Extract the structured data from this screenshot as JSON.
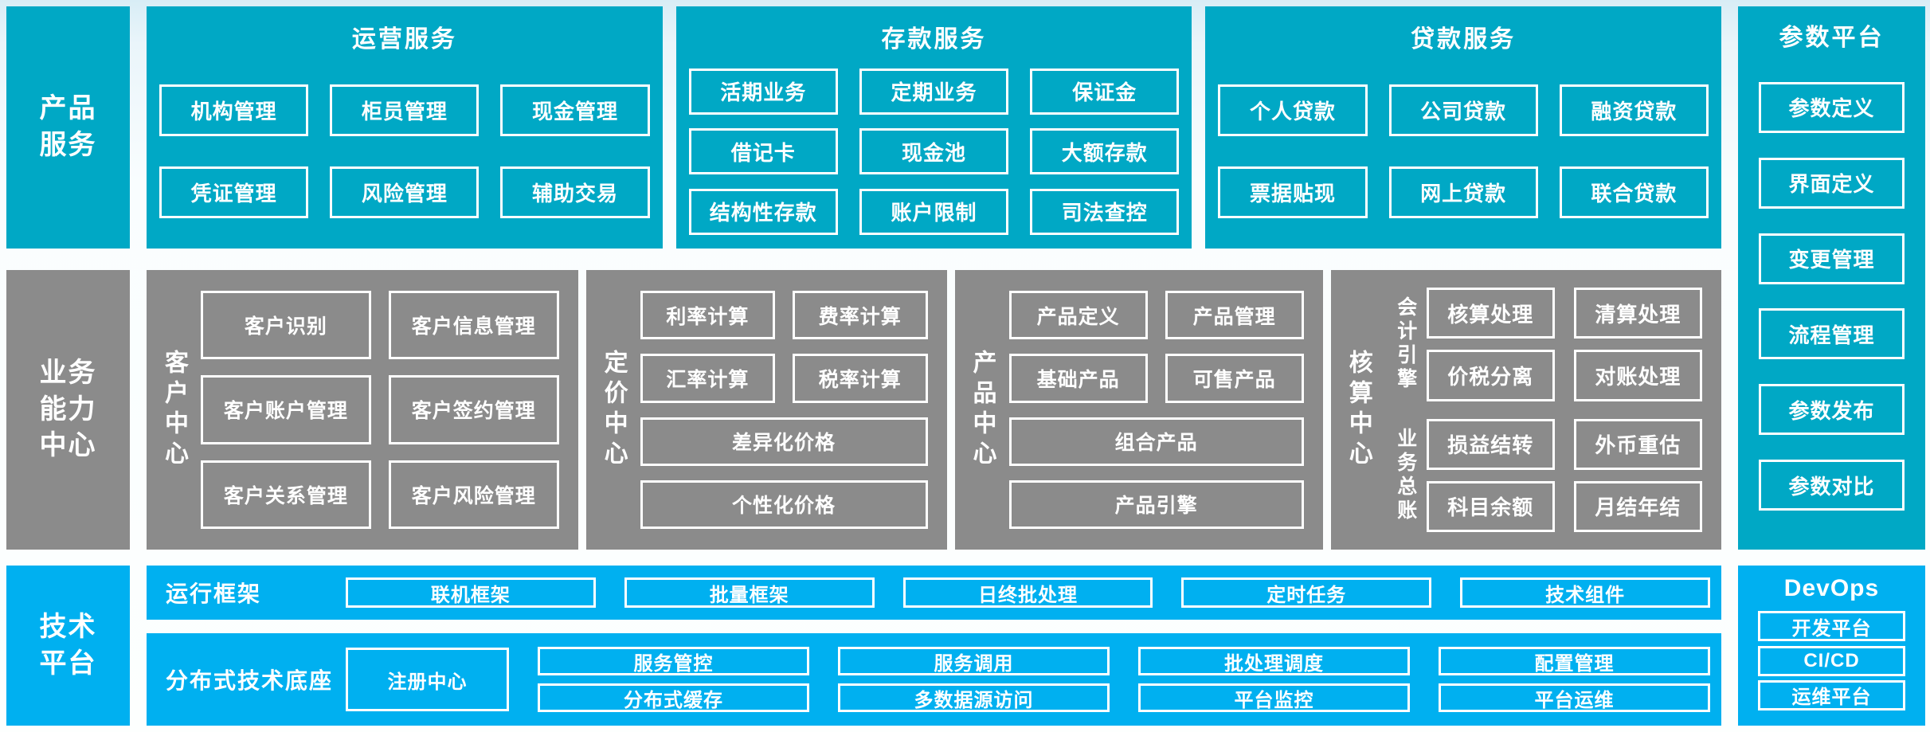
{
  "palette": {
    "teal": "#00A8C5",
    "grey": "#8B8B8B",
    "blue": "#00B0F0",
    "box_border": "#FFFFFF",
    "text": "#FFFFFF"
  },
  "sidebar": {
    "product": {
      "lines": [
        "产品",
        "服务"
      ]
    },
    "business": {
      "lines": [
        "业务",
        "能力",
        "中心"
      ]
    },
    "tech": {
      "lines": [
        "技术",
        "平台"
      ]
    }
  },
  "top_row": {
    "operations": {
      "title": "运营服务",
      "boxes": [
        "机构管理",
        "柜员管理",
        "现金管理",
        "凭证管理",
        "风险管理",
        "辅助交易"
      ]
    },
    "deposit": {
      "title": "存款服务",
      "boxes": [
        "活期业务",
        "定期业务",
        "保证金",
        "借记卡",
        "现金池",
        "大额存款",
        "结构性存款",
        "账户限制",
        "司法查控"
      ]
    },
    "loan": {
      "title": "贷款服务",
      "boxes": [
        "个人贷款",
        "公司贷款",
        "融资贷款",
        "票据贴现",
        "网上贷款",
        "联合贷款"
      ]
    }
  },
  "param_platform": {
    "title": "参数平台",
    "boxes": [
      "参数定义",
      "界面定义",
      "变更管理",
      "流程管理",
      "参数发布",
      "参数对比"
    ]
  },
  "capability_row": {
    "customer": {
      "label": "客户中心",
      "boxes": [
        "客户识别",
        "客户信息管理",
        "客户账户管理",
        "客户签约管理",
        "客户关系管理",
        "客户风险管理"
      ]
    },
    "pricing": {
      "label": "定价中心",
      "boxes": [
        "利率计算",
        "费率计算",
        "汇率计算",
        "税率计算"
      ],
      "wide_boxes": [
        "差异化价格",
        "个性化价格"
      ]
    },
    "product": {
      "label": "产品中心",
      "boxes": [
        "产品定义",
        "产品管理",
        "基础产品",
        "可售产品"
      ],
      "wide_boxes": [
        "组合产品",
        "产品引擎"
      ]
    },
    "accounting": {
      "label": "核算中心",
      "groups": [
        {
          "label": "会计引擎",
          "boxes": [
            "核算处理",
            "清算处理",
            "价税分离",
            "对账处理"
          ]
        },
        {
          "label": "业务总账",
          "boxes": [
            "损益结转",
            "外币重估",
            "科目余额",
            "月结年结"
          ]
        }
      ]
    }
  },
  "runtime": {
    "label": "运行框架",
    "boxes": [
      "联机框架",
      "批量框架",
      "日终批处理",
      "定时任务",
      "技术组件"
    ]
  },
  "distributed": {
    "label": "分布式技术底座",
    "registry": "注册中心",
    "boxes": [
      "服务管控",
      "服务调用",
      "批处理调度",
      "配置管理",
      "分布式缓存",
      "多数据源访问",
      "平台监控",
      "平台运维"
    ]
  },
  "devops": {
    "title": "DevOps",
    "boxes": [
      "开发平台",
      "CI/CD",
      "运维平台"
    ]
  }
}
